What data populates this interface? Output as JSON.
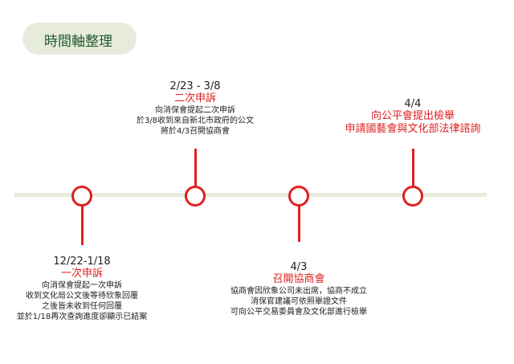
{
  "title": "時間軸整理",
  "events": [
    {
      "date": "12/22-1/18",
      "title": "一次申訴",
      "lines": [
        "向消保會提起一次申訴",
        "收到文化局公文後等待欣象回覆",
        "之後皆未收到任何回覆",
        "並於1/18再次查詢進度卻顯示已結案"
      ]
    },
    {
      "date": "2/23 - 3/8",
      "title": "二次申訴",
      "lines": [
        "向消保會提起二次申訴",
        "於3/8收到來自新北市政府的公文",
        "將於4/3召開協商會"
      ]
    },
    {
      "date": "4/3",
      "title": "召開協商會",
      "lines": [
        "協商會因欣象公司未出席，協商不成立",
        "消保官建議可依照舉證文件",
        "可向公平交易委員會及文化部進行檢舉"
      ]
    },
    {
      "date": "4/4",
      "title_lines": [
        "向公平會提出檢舉",
        "申請國藝會與文化部法律諮詢"
      ]
    }
  ],
  "colors": {
    "accent": "#e02020",
    "timeline": "#e6ebdc"
  }
}
